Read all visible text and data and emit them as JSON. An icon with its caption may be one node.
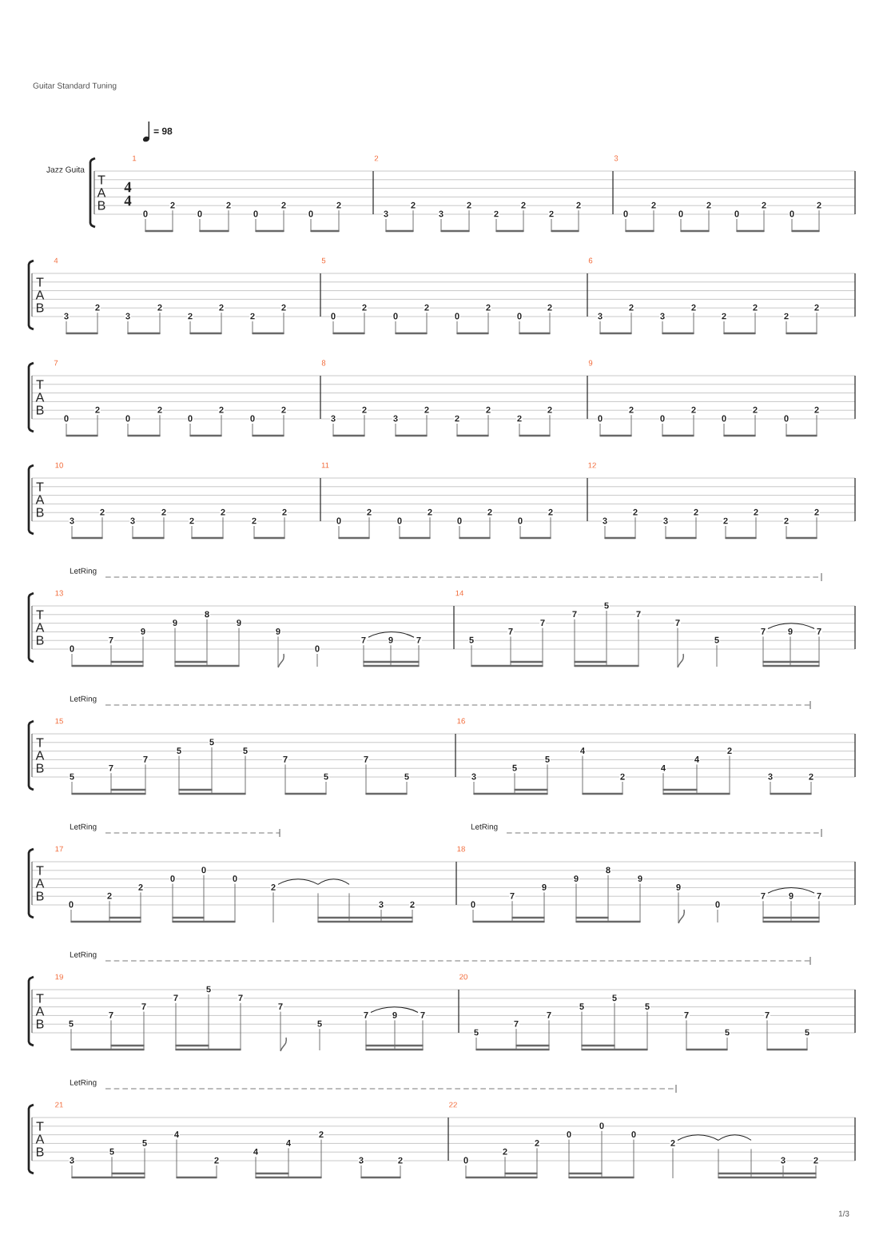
{
  "diagram": {
    "labels": [
      "Guitar Standard Tuning",
      "= 98",
      "Jazz Guita",
      "T",
      "A",
      "B",
      "4",
      "4",
      "1",
      "0",
      "2",
      "0",
      "2",
      "0",
      "2",
      "0",
      "2",
      "2",
      "3",
      "2",
      "3",
      "2",
      "2",
      "2",
      "2",
      "2",
      "3",
      "0",
      "2",
      "0",
      "2",
      "0",
      "2",
      "0",
      "2",
      "T",
      "A",
      "B",
      "4",
      "3",
      "2",
      "3",
      "2",
      "2",
      "2",
      "2",
      "2",
      "5",
      "0",
      "2",
      "0",
      "2",
      "0",
      "2",
      "0",
      "2",
      "6",
      "3",
      "2",
      "3",
      "2",
      "2",
      "2",
      "2",
      "2",
      "T",
      "A",
      "B",
      "7",
      "0",
      "2",
      "0",
      "2",
      "0",
      "2",
      "0",
      "2",
      "8",
      "3",
      "2",
      "3",
      "2",
      "2",
      "2",
      "2",
      "2",
      "9",
      "0",
      "2",
      "0",
      "2",
      "0",
      "2",
      "0",
      "2",
      "T",
      "A",
      "B",
      "10",
      "3",
      "2",
      "3",
      "2",
      "2",
      "2",
      "2",
      "2",
      "11",
      "0",
      "2",
      "0",
      "2",
      "0",
      "2",
      "0",
      "2",
      "12",
      "3",
      "2",
      "3",
      "2",
      "2",
      "2",
      "2",
      "2",
      "LetRing",
      "T",
      "A",
      "B",
      "13",
      "0",
      "7",
      "9",
      "9",
      "8",
      "9",
      "9",
      "0",
      "7",
      "9",
      "7",
      "14",
      "5",
      "7",
      "7",
      "7",
      "5",
      "7",
      "7",
      "5",
      "7",
      "9",
      "7",
      "LetRing",
      "T",
      "A",
      "B",
      "15",
      "5",
      "7",
      "7",
      "5",
      "5",
      "5",
      "7",
      "5",
      "7",
      "5",
      "16",
      "3",
      "5",
      "5",
      "4",
      "2",
      "4",
      "4",
      "2",
      "3",
      "2",
      "LetRing",
      "LetRing",
      "T",
      "A",
      "B",
      "17",
      "0",
      "2",
      "2",
      "0",
      "0",
      "0",
      "2",
      "3",
      "2",
      "18",
      "0",
      "7",
      "9",
      "9",
      "8",
      "9",
      "9",
      "0",
      "7",
      "9",
      "7",
      "LetRing",
      "T",
      "A",
      "B",
      "19",
      "5",
      "7",
      "7",
      "7",
      "5",
      "7",
      "7",
      "5",
      "7",
      "9",
      "7",
      "20",
      "5",
      "7",
      "7",
      "5",
      "5",
      "5",
      "7",
      "5",
      "7",
      "5",
      "LetRing",
      "T",
      "A",
      "B",
      "21",
      "3",
      "5",
      "5",
      "4",
      "2",
      "4",
      "4",
      "2",
      "3",
      "2",
      "22",
      "0",
      "2",
      "2",
      "0",
      "0",
      "0",
      "2",
      "3",
      "2",
      "1/3"
    ]
  }
}
